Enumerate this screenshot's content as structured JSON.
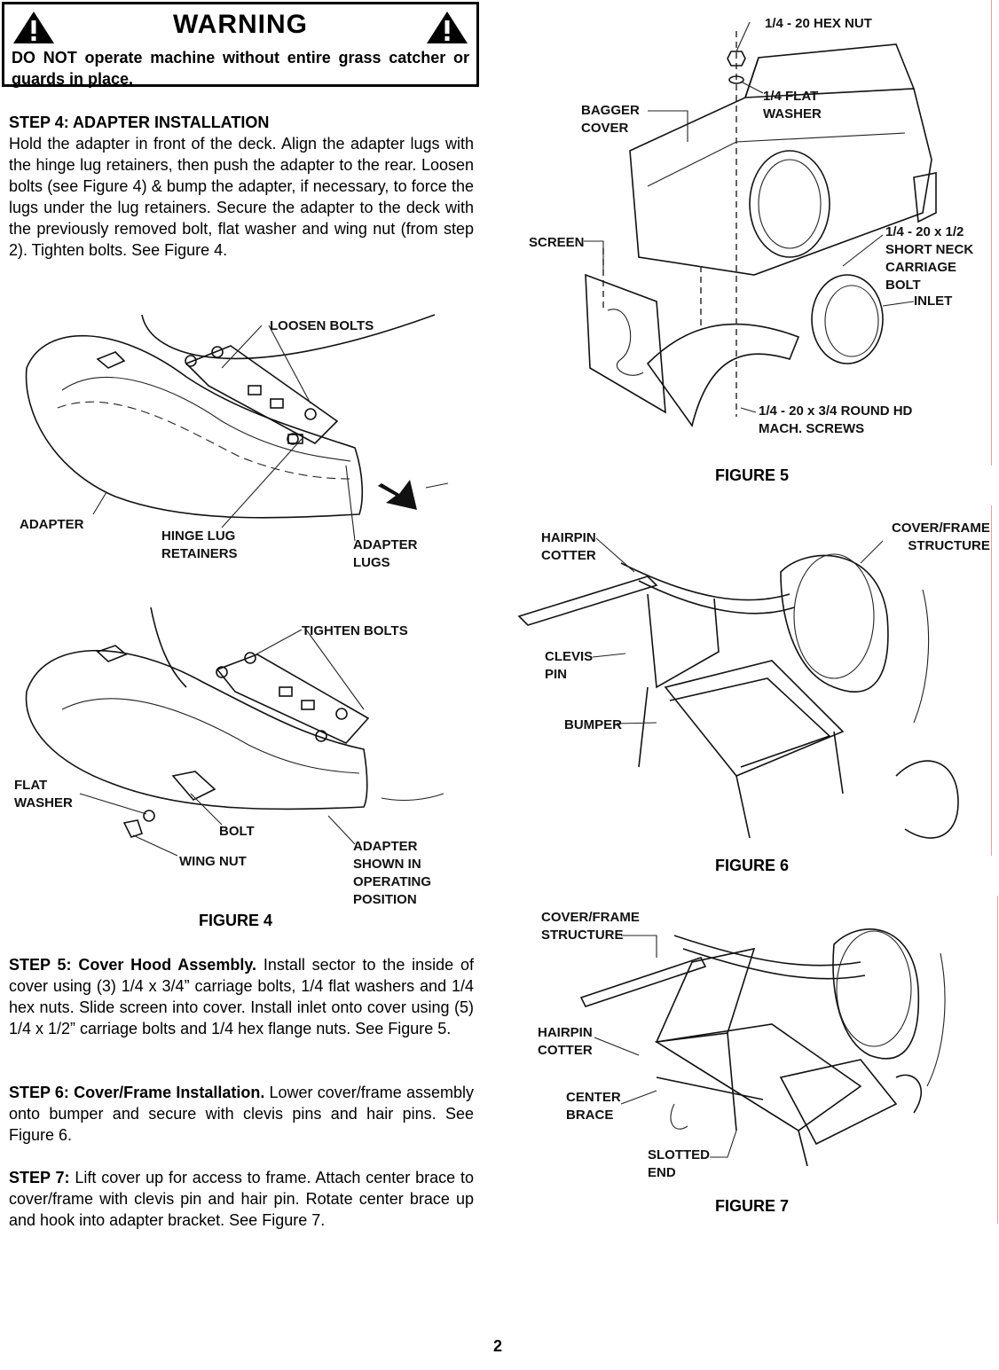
{
  "warning": {
    "title": "WARNING",
    "text": "DO NOT operate machine without entire grass catcher or guards in place."
  },
  "step4": {
    "heading": "STEP 4: ADAPTER INSTALLATION",
    "body": "Hold the adapter in front of the deck. Align the adapter lugs with the hinge lug retainers, then push the adapter to the rear. Loosen bolts (see Figure 4) & bump the adapter, if necessary, to force the lugs under the lug retainers. Secure the adapter to the deck with the previously removed bolt, flat washer and wing nut (from step 2). Tighten bolts. See Figure 4."
  },
  "figure4": {
    "caption": "FIGURE 4",
    "top_labels": {
      "loosen_bolts": "LOOSEN BOLTS",
      "adapter": "ADAPTER",
      "hinge_lug_retainers": "HINGE LUG\nRETAINERS",
      "adapter_lugs": "ADAPTER\nLUGS"
    },
    "bottom_labels": {
      "tighten_bolts": "TIGHTEN BOLTS",
      "flat_washer": "FLAT\nWASHER",
      "bolt": "BOLT",
      "wing_nut": "WING NUT",
      "adapter_operating": "ADAPTER\nSHOWN IN\nOPERATING\nPOSITION"
    }
  },
  "step5": {
    "heading": "STEP 5: Cover Hood Assembly.",
    "body": " Install sector to the inside of cover using (3) 1/4 x 3/4” carriage bolts, 1/4 flat washers and 1/4 hex nuts. Slide screen into cover. Install inlet onto cover using (5) 1/4 x 1/2” carriage bolts and 1/4 hex flange nuts. See Figure 5."
  },
  "step6": {
    "heading": "STEP 6: Cover/Frame Installation.",
    "body": " Lower cover/frame assembly onto bumper and secure with clevis pins and hair pins. See Figure 6."
  },
  "step7": {
    "heading": "STEP 7:",
    "body": " Lift cover up for access to frame. Attach center brace to cover/frame with clevis pin and hair pin. Rotate center brace up and hook into adapter bracket. See Figure 7."
  },
  "figure5": {
    "caption": "FIGURE 5",
    "labels": {
      "hex_nut": "1/4 - 20 HEX NUT",
      "flat_washer": "1/4 FLAT\nWASHER",
      "bagger_cover": "BAGGER\nCOVER",
      "screen": "SCREEN",
      "carriage_bolt": "1/4 - 20 x 1/2\nSHORT NECK\nCARRIAGE\nBOLT",
      "inlet": "INLET",
      "mach_screws": "1/4 - 20 x 3/4 ROUND HD\nMACH. SCREWS"
    }
  },
  "figure6": {
    "caption": "FIGURE 6",
    "labels": {
      "hairpin_cotter": "HAIRPIN\nCOTTER",
      "cover_frame": "COVER/FRAME\nSTRUCTURE",
      "clevis_pin": "CLEVIS\nPIN",
      "bumper": "BUMPER"
    }
  },
  "figure7": {
    "caption": "FIGURE 7",
    "labels": {
      "cover_frame": "COVER/FRAME\nSTRUCTURE",
      "hairpin_cotter": "HAIRPIN\nCOTTER",
      "center_brace": "CENTER\nBRACE",
      "slotted_end": "SLOTTED\nEND"
    }
  },
  "page_number": "2"
}
